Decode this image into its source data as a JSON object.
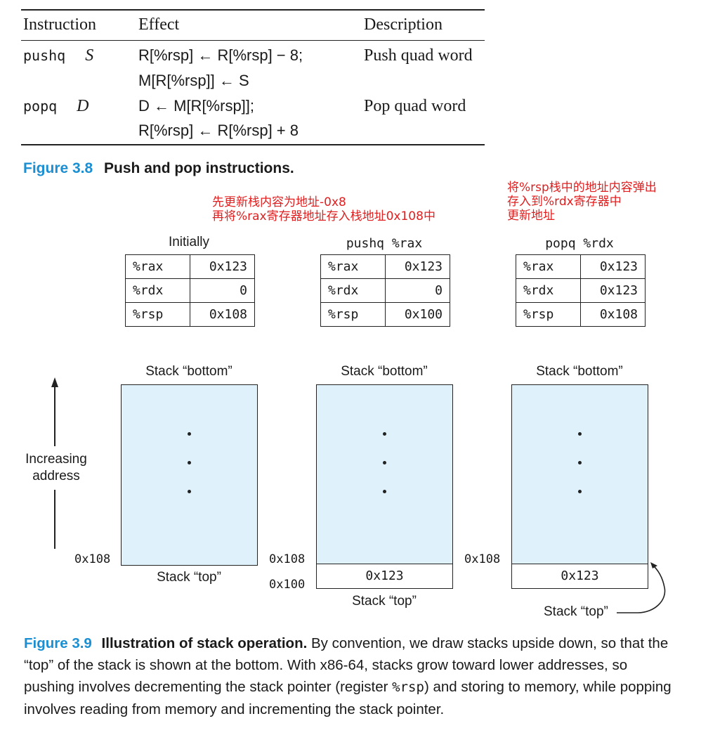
{
  "table": {
    "headers": [
      "Instruction",
      "Effect",
      "Description"
    ],
    "rows": [
      {
        "instr": "pushq",
        "operand": "S",
        "effect1": "R[%rsp] ← R[%rsp] − 8;",
        "effect2": "M[R[%rsp]] ← S",
        "desc": "Push quad word"
      },
      {
        "instr": "popq",
        "operand": "D",
        "effect1": "D ← M[R[%rsp]];",
        "effect2": "R[%rsp] ← R[%rsp] + 8",
        "desc": "Pop quad word"
      }
    ]
  },
  "fig38": {
    "label": "Figure 3.8",
    "title": "Push and pop instructions."
  },
  "notes": {
    "push": [
      "先更新栈内容为地址-0x8",
      "再将%rax寄存器地址存入栈地址0x108中"
    ],
    "pop": [
      "将%rsp栈中的地址内容弹出",
      "存入到%rdx寄存器中",
      "更新地址"
    ]
  },
  "snapshots": [
    {
      "title": "Initially",
      "regs": [
        [
          "%rax",
          "0x123"
        ],
        [
          "%rdx",
          "0"
        ],
        [
          "%rsp",
          "0x108"
        ]
      ],
      "bottom_label": "Stack “bottom”",
      "top_label": "Stack “top”",
      "addr_top": "0x108",
      "slot": ""
    },
    {
      "title": "pushq %rax",
      "regs": [
        [
          "%rax",
          "0x123"
        ],
        [
          "%rdx",
          "0"
        ],
        [
          "%rsp",
          "0x100"
        ]
      ],
      "bottom_label": "Stack “bottom”",
      "top_label": "Stack “top”",
      "addr_top": "0x108",
      "addr_slot": "0x100",
      "slot": "0x123"
    },
    {
      "title": "popq %rdx",
      "regs": [
        [
          "%rax",
          "0x123"
        ],
        [
          "%rdx",
          "0x123"
        ],
        [
          "%rsp",
          "0x108"
        ]
      ],
      "bottom_label": "Stack “bottom”",
      "top_label": "Stack “top”",
      "addr_top": "0x108",
      "slot": "0x123"
    }
  ],
  "axis_label": [
    "Increasing",
    "address"
  ],
  "fig39": {
    "label": "Figure 3.9",
    "title": "Illustration of stack operation.",
    "body_1": "By convention, we draw stacks upside down, so that the “top” of the stack is shown at the bottom. With x86-64, stacks grow toward lower addresses, so pushing involves decrementing the stack pointer (register ",
    "body_code": "%rsp",
    "body_2": ") and storing to memory, while popping involves reading from memory and incrementing the stack pointer."
  }
}
